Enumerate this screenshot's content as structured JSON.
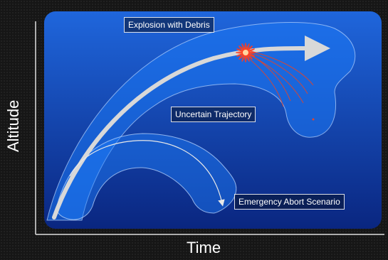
{
  "axes": {
    "x_label": "Time",
    "y_label": "Altitude"
  },
  "annotations": {
    "explosion": "Explosion with Debris",
    "uncertain": "Uncertain Trajectory",
    "abort": "Emergency Abort Scenario"
  },
  "colors": {
    "panel_top": "#1e63d8",
    "panel_bottom": "#0b2a86",
    "region_fill": "#1a72f0",
    "trajectory": "#d8d8d8",
    "explosion": "#ff3b1f",
    "debris": "#e0452c",
    "axis": "#dddddd"
  }
}
